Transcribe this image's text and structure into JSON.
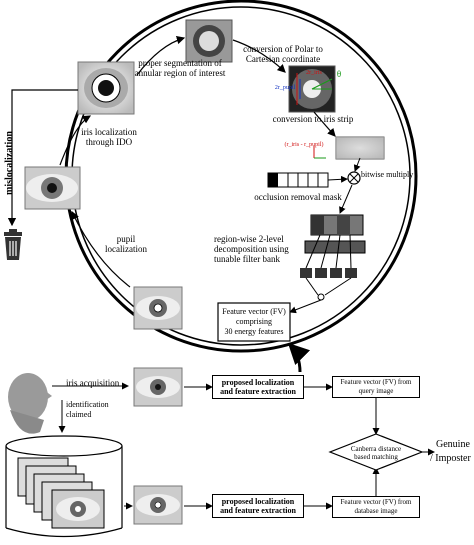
{
  "labels": {
    "mislocalization": "mislocalization",
    "proper_segmentation": "proper segmentation of annular region of interest",
    "conversion_polar": "conversion of Polar to Cartesian coordinate",
    "iris_localization": "iris localization through IDO",
    "conversion_strip": "conversion to iris strip",
    "bitwise_multiply": "bitwise multiply",
    "occlusion_mask": "occlusion removal mask",
    "region_wise": "region-wise 2-level decomposition using tunable filter bank",
    "pupil_localization": "pupil localization",
    "fv_circle_1": "Feature vector (FV)",
    "fv_circle_2": "comprising",
    "fv_circle_3": "30 energy features",
    "iris_acquisition": "iris acquisition",
    "identification_claimed": "identification claimed",
    "proposed_top": "proposed localization and feature extraction",
    "proposed_bottom": "proposed localization and feature extraction",
    "fv_query": "Feature vector (FV) from query image",
    "fv_database": "Feature vector (FV) from database image",
    "canberra": "Canberra distance based matching",
    "genuine": "Genuine",
    "imposter": "/ Imposter",
    "r_iris": "2r_iris",
    "r_pupil": "2r_pupil",
    "theta": "θ",
    "r_diff": "(r_iris - r_pupil)"
  },
  "colors": {
    "accent_red": "#d01010",
    "accent_green": "#1a9a1a",
    "accent_blue": "#1030c0"
  }
}
